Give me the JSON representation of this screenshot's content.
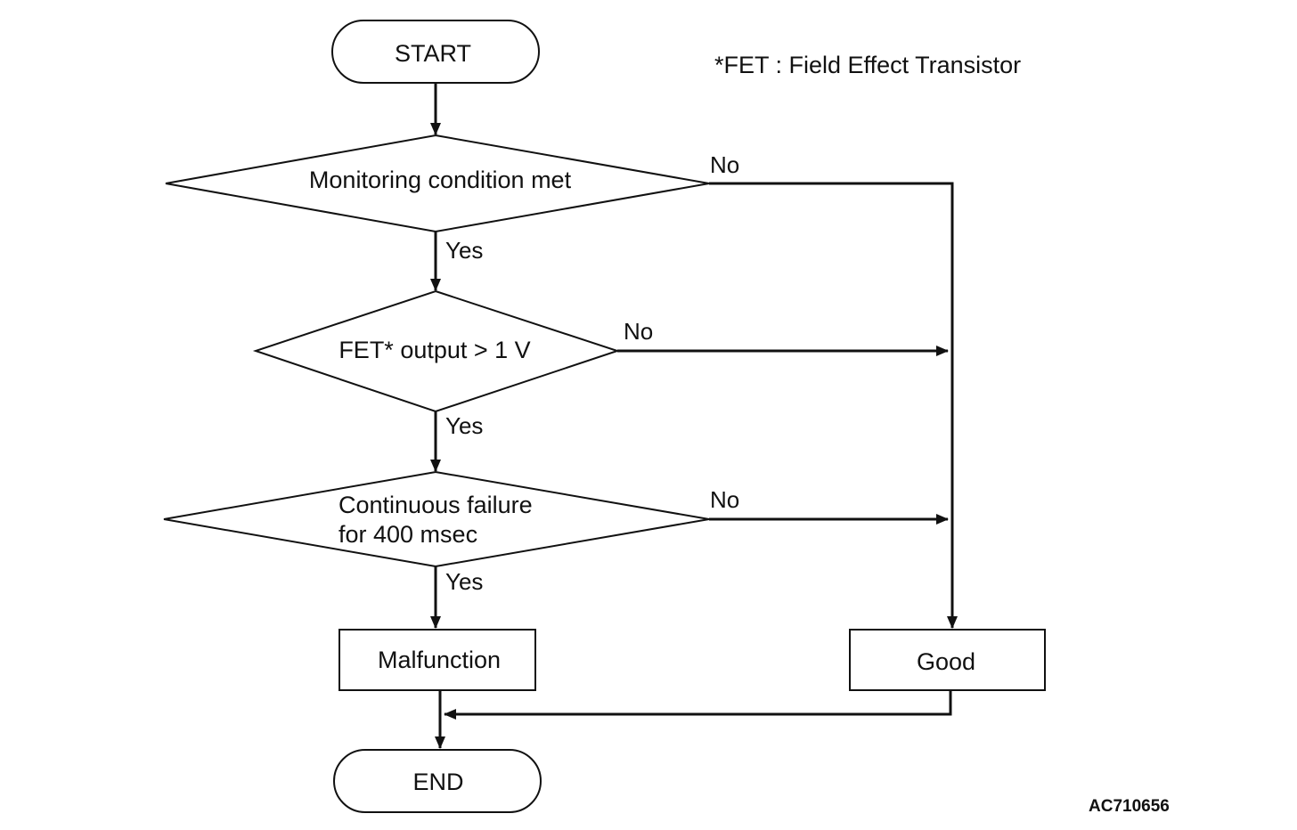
{
  "diagram": {
    "note": "*FET : Field Effect Transistor",
    "figure_code": "AC710656",
    "nodes": {
      "start": "START",
      "decision1": "Monitoring condition met",
      "decision2": "FET* output > 1 V",
      "decision3_line1": "Continuous failure",
      "decision3_line2": "for 400 msec",
      "malfunction": "Malfunction",
      "good": "Good",
      "end": "END"
    },
    "edges": {
      "d1_yes": "Yes",
      "d1_no": "No",
      "d2_yes": "Yes",
      "d2_no": "No",
      "d3_yes": "Yes",
      "d3_no": "No"
    }
  }
}
